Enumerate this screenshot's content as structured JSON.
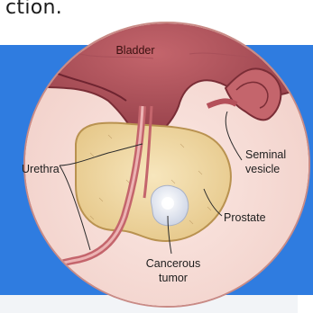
{
  "caption": {
    "fragment": "ction."
  },
  "illustration": {
    "labels": {
      "bladder": "Bladder",
      "urethra": "Urethra",
      "seminal_vesicle_line1": "Seminal",
      "seminal_vesicle_line2": "vesicle",
      "prostate": "Prostate",
      "tumor_line1": "Cancerous",
      "tumor_line2": "tumor"
    }
  },
  "colors": {
    "accent_blue": "#2f7ce0",
    "tissue_pink": "#d9868a",
    "prostate_cream": "#f0d9a6",
    "tumor_white": "#f4f6fb"
  }
}
